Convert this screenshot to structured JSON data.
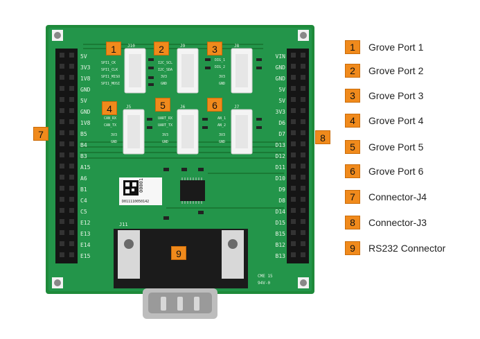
{
  "callouts": [
    "1",
    "2",
    "3",
    "4",
    "5",
    "6",
    "7",
    "8",
    "9"
  ],
  "legend": [
    {
      "num": "1",
      "label": "Grove Port 1"
    },
    {
      "num": "2",
      "label": "Grove Port 2"
    },
    {
      "num": "3",
      "label": "Grove Port 3"
    },
    {
      "num": "4",
      "label": "Grove Port 4"
    },
    {
      "num": "5",
      "label": "Grove Port 5"
    },
    {
      "num": "6",
      "label": "Grove Port 6"
    },
    {
      "num": "7",
      "label": "Connector-J4"
    },
    {
      "num": "8",
      "label": "Connector-J3"
    },
    {
      "num": "9",
      "label": "RS232 Connector"
    }
  ],
  "board": {
    "left_pins": [
      "5V",
      "3V3",
      "1V8",
      "GND",
      "5V",
      "GND",
      "1V8",
      "B5",
      "B4",
      "B3",
      "A15",
      "A6",
      "B1",
      "C4",
      "C5",
      "E12",
      "E13",
      "E14",
      "E15"
    ],
    "right_pins": [
      "VIN",
      "GND",
      "GND",
      "5V",
      "5V",
      "3V3",
      "D6",
      "D7",
      "D13",
      "D12",
      "D11",
      "D10",
      "D9",
      "D8",
      "D14",
      "D15",
      "B15",
      "B12",
      "B13"
    ],
    "port_labels": [
      "J10",
      "J9",
      "J8",
      "J5",
      "J6",
      "J7"
    ],
    "j1_signals": [
      "SPI1_CK",
      "SPI1_CLK",
      "SPI1_MISO",
      "SPI1_MOSI"
    ],
    "j2_signals": [
      "I2C_SCL",
      "I2C_SDA",
      "3V3",
      "GND"
    ],
    "j3_signals": [
      "DIG_1",
      "DIG_2",
      "3V3",
      "GND"
    ],
    "j4_signals": [
      "CAN_RX",
      "CAN_TX",
      "3V3",
      "GND"
    ],
    "j5_signals": [
      "UART_RX",
      "UART_TX",
      "3V3",
      "GND"
    ],
    "j6_signals": [
      "AN_1",
      "AN_2",
      "3V3",
      "GND"
    ],
    "qr_text": "D011110050142",
    "qr_code_text": "00001",
    "j11_label": "J11",
    "cert_text": "CME 15",
    "cert_code": "94V-0"
  }
}
